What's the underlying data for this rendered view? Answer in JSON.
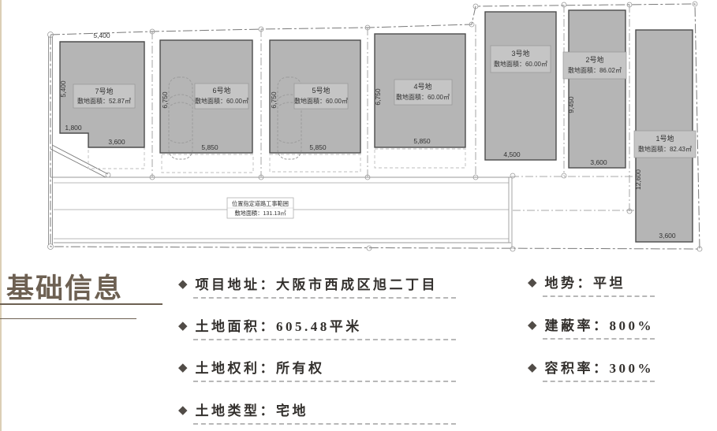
{
  "plan": {
    "plots": [
      {
        "name": "7号地",
        "area": "敷地面積：52.87㎡",
        "dim_top": "5,400",
        "dim_left": "5,400",
        "dim_step": "1,800",
        "dim_bottom": "3,600"
      },
      {
        "name": "6号地",
        "area": "敷地面積：60.00㎡",
        "dim_left": "6,750",
        "dim_bottom": "5,850"
      },
      {
        "name": "5号地",
        "area": "敷地面積：60.00㎡",
        "dim_left": "6,750",
        "dim_bottom": "5,850"
      },
      {
        "name": "4号地",
        "area": "敷地面積：60.00㎡",
        "dim_left": "6,750",
        "dim_bottom": "5,850"
      },
      {
        "name": "3号地",
        "area": "敷地面積：60.00㎡",
        "dim_bottom": "4,500"
      },
      {
        "name": "2号地",
        "area": "敷地面積：86.02㎡",
        "dim_left": "9,450",
        "dim_bottom": "3,600"
      },
      {
        "name": "1号地",
        "area": "敷地面積：82.43㎡",
        "dim_left": "12,600",
        "dim_bottom": "3,600"
      }
    ],
    "road_label": {
      "line1": "位置指定道路工事範囲",
      "line2": "敷地面積：131.13㎡"
    }
  },
  "info": {
    "title": "基础信息",
    "left_items": [
      "项目地址：大阪市西成区旭二丁目",
      "土地面积：605.48平米",
      "土地权利：所有权",
      "土地类型：宅地"
    ],
    "right_items": [
      "地势：平坦",
      "建蔽率：800%",
      "容积率：300%"
    ]
  },
  "colors": {
    "plot_fill": "#b5b5b5",
    "accent_brown": "#6d6052",
    "dash_gray": "#b8b8b8"
  }
}
